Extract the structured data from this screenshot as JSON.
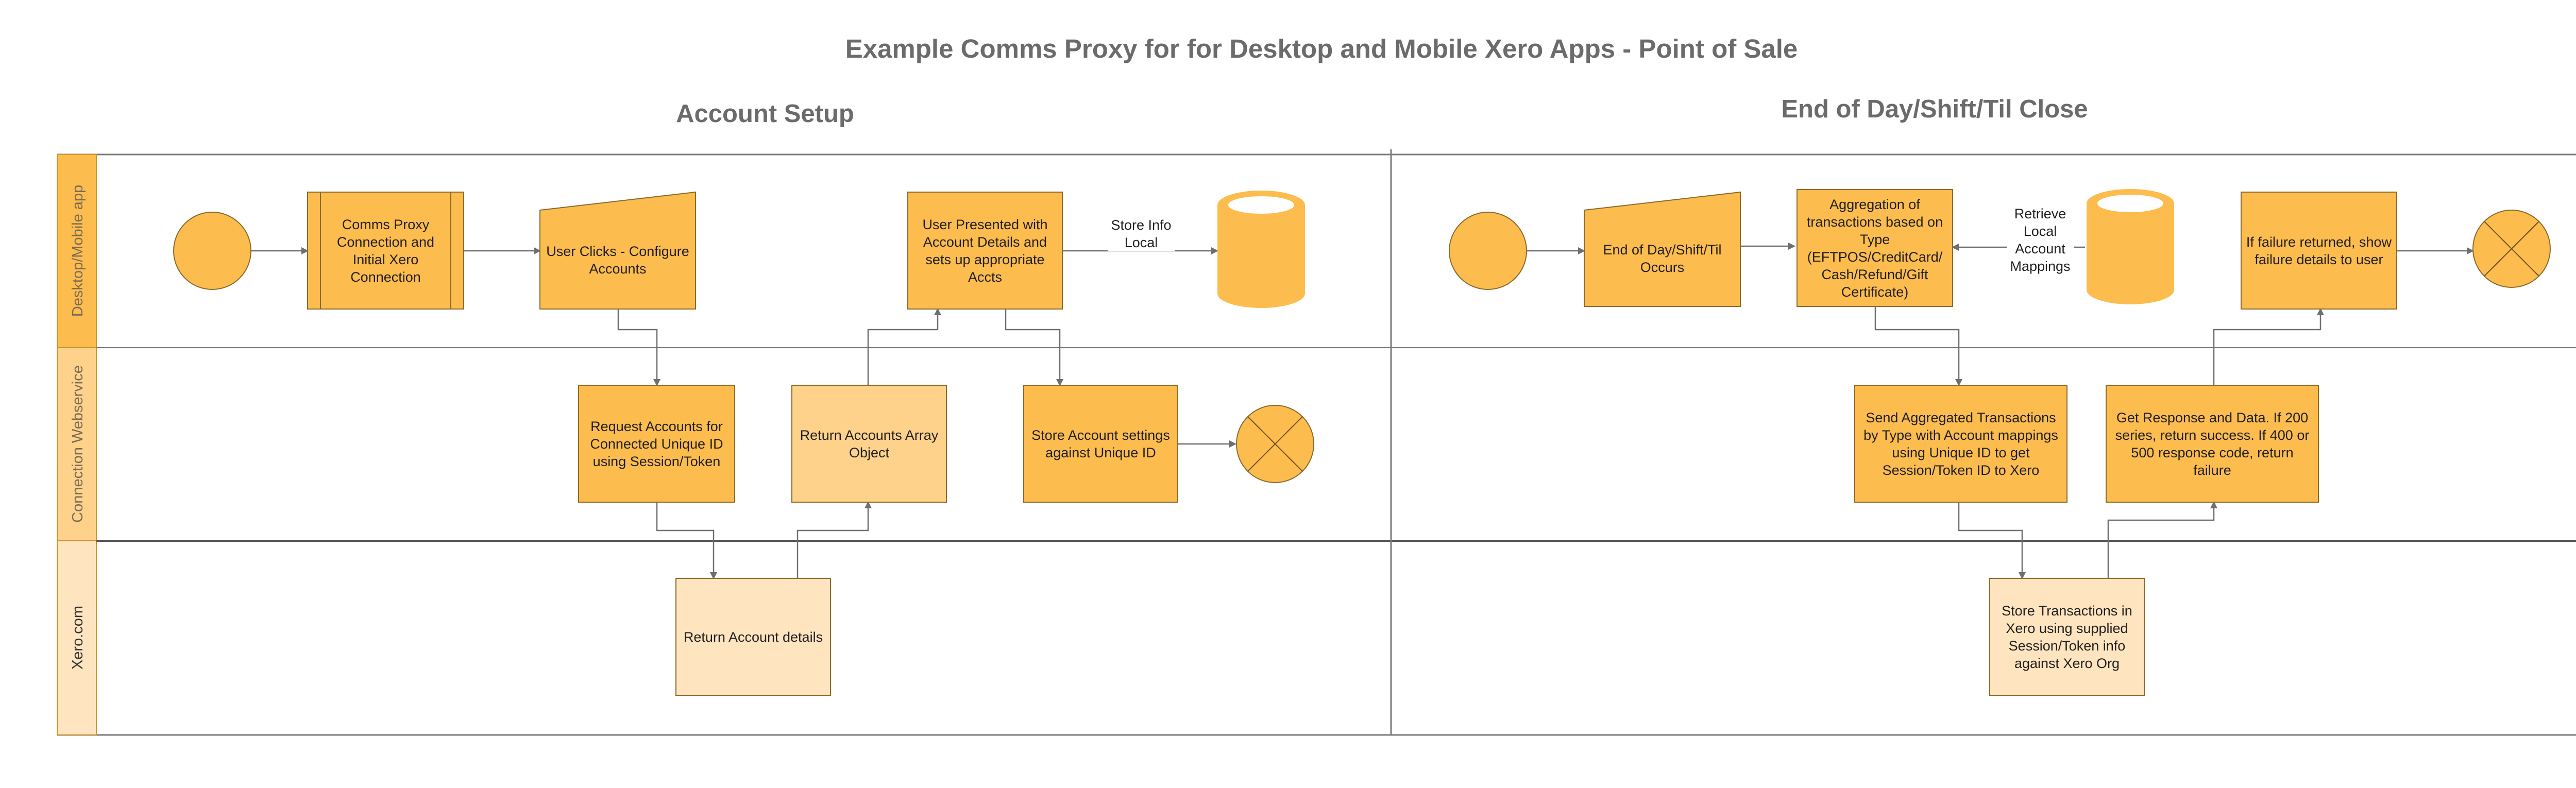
{
  "title": "Example Comms Proxy for for Desktop and Mobile Xero Apps - Point of Sale",
  "sections": [
    {
      "name": "Account Setup"
    },
    {
      "name": "End of Day/Shift/Til Close"
    }
  ],
  "lanes": [
    {
      "name": "Desktop/Mobile app"
    },
    {
      "name": "Connection Webservice"
    },
    {
      "name": "Xero.com"
    }
  ],
  "nodes": {
    "comms_proxy": "Comms Proxy Connection and Initial Xero Connection",
    "user_clicks": "User Clicks - Configure Accounts",
    "user_presented": "User Presented with Account Details and sets up appropriate Accts",
    "request_accounts": "Request Accounts for Connected Unique ID using Session/Token",
    "return_accounts": "Return Accounts Array Object",
    "store_account": "Store Account settings against Unique ID",
    "return_account_details": "Return Account details",
    "end_of_day": "End of Day/Shift/Til Occurs",
    "aggregation": "Aggregation of transactions based on Type (EFTPOS/CreditCard/ Cash/Refund/Gift Certificate)",
    "failure_returned": "If failure returned, show failure details to user",
    "send_aggregated": "Send Aggregated Transactions by Type with Account mappings using Unique ID to get Session/Token ID to Xero",
    "get_response": "Get Response and Data. If 200 series, return success. If 400 or 500 response code, return failure",
    "store_transactions": "Store Transactions in Xero using supplied Session/Token info against Xero Org"
  },
  "edge_labels": {
    "store_info_local": "Store Info Local",
    "retrieve_local": "Retrieve Local Account Mappings"
  },
  "colors": {
    "node": "#fdbc4e",
    "node_light": "#fed28a",
    "node_pale": "#fee4bf",
    "lane_header_1": "#fdbc4e",
    "lane_header_2": "#fed28a",
    "lane_header_3": "#fee4bf",
    "stroke": "#8a6a2a",
    "line": "#6e6e6e"
  }
}
